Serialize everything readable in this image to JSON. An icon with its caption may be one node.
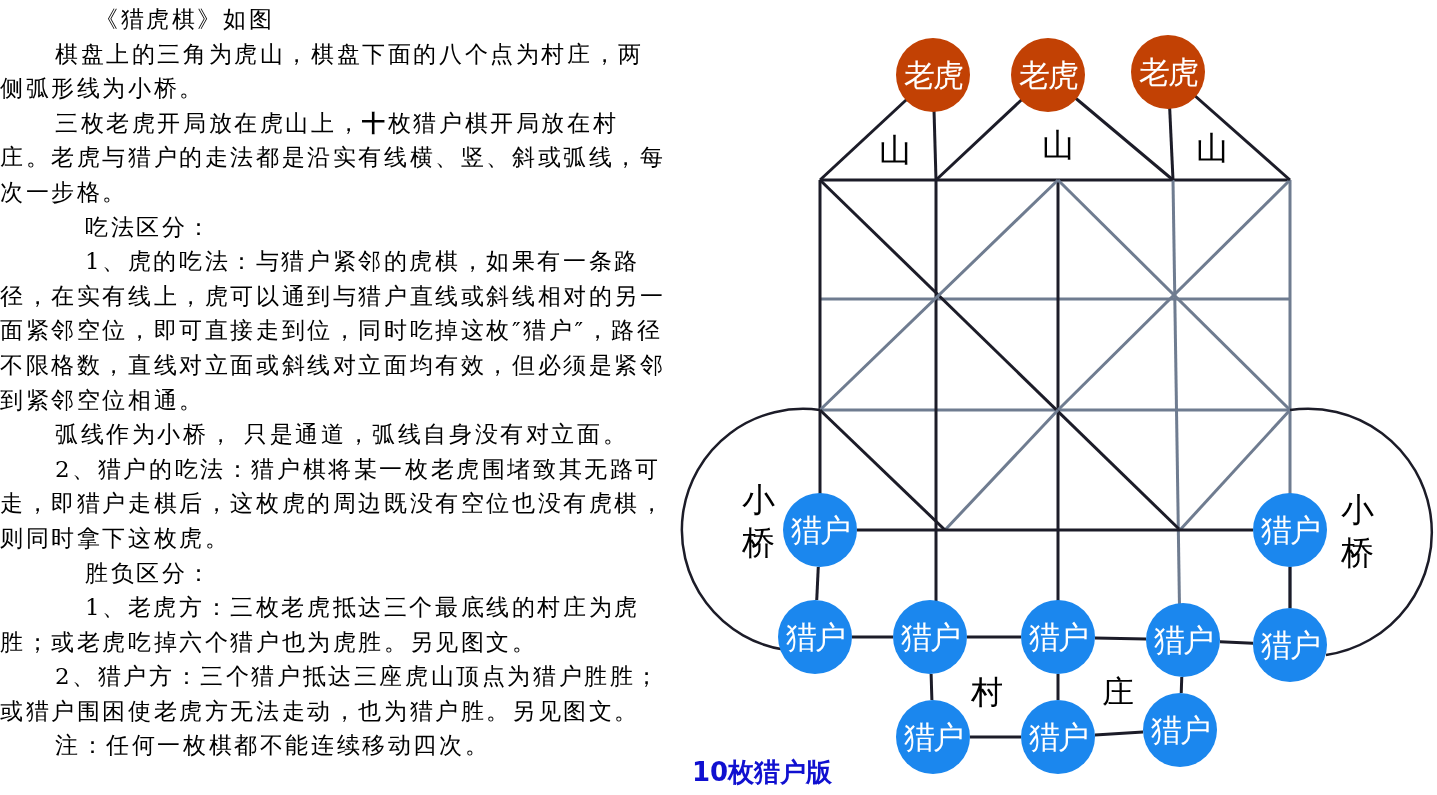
{
  "diagram": {
    "title": "《猎虎棋》如图",
    "nodes": [
      {
        "text": [
          "老虎"
        ]
      },
      {
        "text": [
          "老虎"
        ]
      },
      {
        "text": [
          "老虎"
        ]
      },
      {
        "text": [
          "猎户"
        ]
      },
      {
        "text": [
          "猎户"
        ]
      },
      {
        "text": [
          "猎户"
        ]
      },
      {
        "text": [
          "猎户"
        ]
      },
      {
        "text": [
          "猎户"
        ]
      },
      {
        "text": [
          "猎户"
        ]
      },
      {
        "text": [
          "猎户"
        ]
      },
      {
        "text": [
          "猎户"
        ]
      },
      {
        "text": [
          "猎户"
        ]
      },
      {
        "text": [
          "猎户"
        ]
      }
    ],
    "edges": [
      {
        "from": 3,
        "to": 4,
        "arrow": "none"
      },
      {
        "from": 3,
        "to": 5,
        "arrow": "none"
      },
      {
        "from": 4,
        "to": 9,
        "arrow": "none"
      },
      {
        "from": 5,
        "to": 6,
        "arrow": "none"
      },
      {
        "from": 6,
        "to": 7,
        "arrow": "none"
      },
      {
        "from": 7,
        "to": 8,
        "arrow": "none"
      },
      {
        "from": 8,
        "to": 9,
        "arrow": "none"
      },
      {
        "from": 6,
        "to": 10,
        "arrow": "none"
      },
      {
        "from": 7,
        "to": 11,
        "arrow": "none"
      },
      {
        "from": 8,
        "to": 12,
        "arrow": "none"
      },
      {
        "from": 10,
        "to": 11,
        "arrow": "none"
      },
      {
        "from": 11,
        "to": 12,
        "arrow": "none"
      }
    ],
    "labels": [
      "棋盘上的三角为虎山，棋盘下面的八个点为村庄，两侧弧形线为小桥。",
      "三枚老虎开局放在虎山上，**十**枚猎户棋开局放在村庄。老虎与猎户的走法都是沿实有线横、竖、斜或弧线，每次一步格。",
      "吃法区分：",
      "1、虎的吃法：与猎户紧邻的虎棋，如果有一条路径，在实有线上，虎可以通到与猎户直线或斜线相对的另一面紧邻空位，即可直接走到位，同时吃掉这枚″猎户″，路径不限格数，直线对立面或斜线对立面均有效，但必须是紧邻到紧邻空位相通。",
      "弧线作为小桥， 只是通道，弧线自身没有对立面。",
      "2、猎户的吃法：猎户棋将某一枚老虎围堵致其无路可走，即猎户走棋后，这枚虎的周边既没有空位也没有虎棋，则同时拿下这枚虎。",
      "胜负区分：",
      "1、老虎方：三枚老虎抵达三个最底线的村庄为虎胜；或老虎吃掉六个猎户也为虎胜。另见图文。",
      "2、猎户方：三个猎户抵达三座虎山顶点为猎户胜胜；或猎户围困使老虎方无法走动，也为猎户胜。另见图文。",
      "注：任何一枚棋都不能连续移动四次。",
      "山",
      "山",
      "山",
      "小桥",
      "小桥",
      "村",
      "庄",
      "10枚猎户版"
    ]
  }
}
